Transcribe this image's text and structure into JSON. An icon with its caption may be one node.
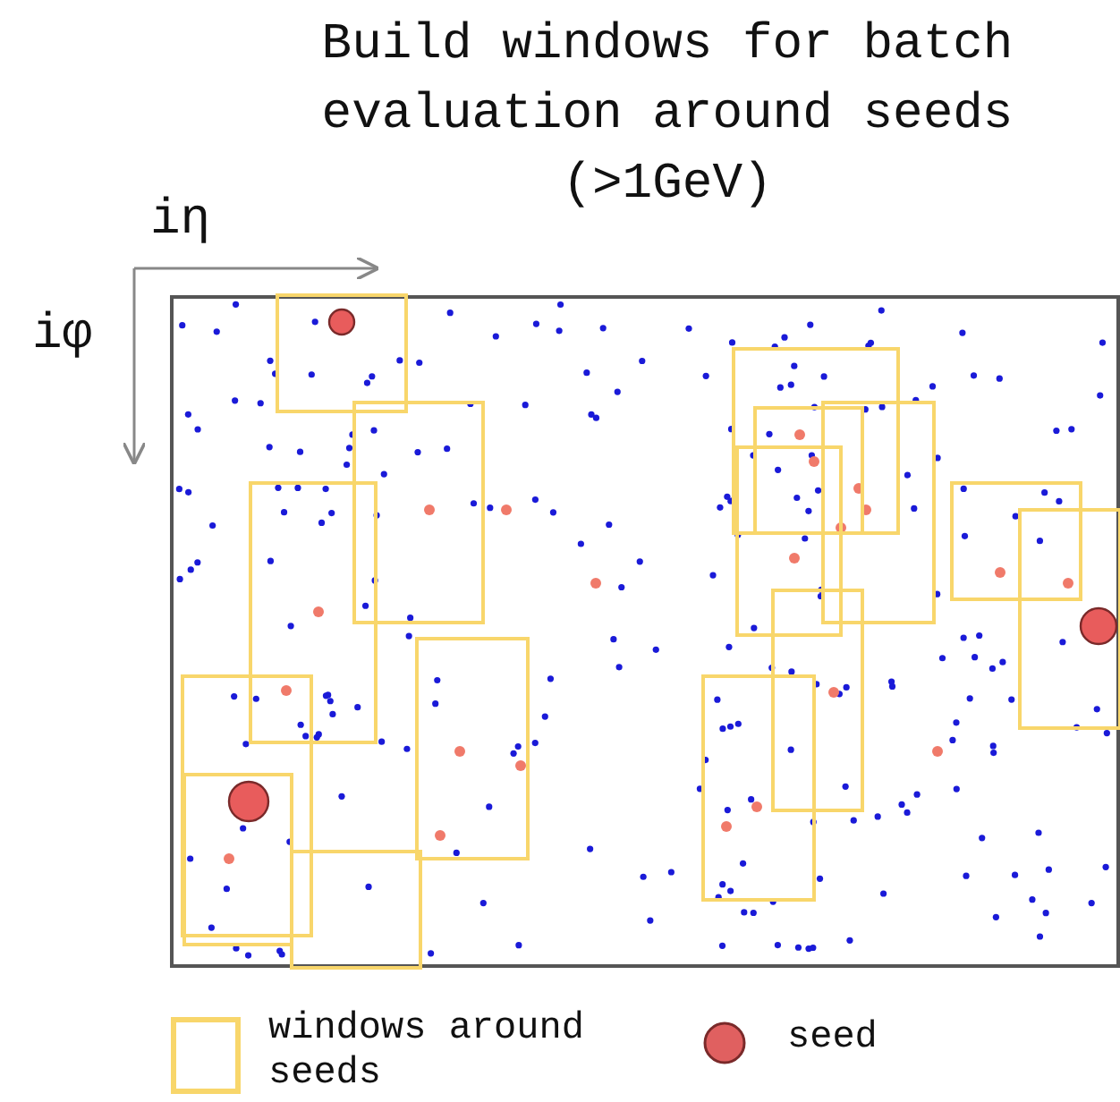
{
  "diagram": {
    "title": "Build windows for batch evaluation around seeds (>1GeV)",
    "labels": [
      "iη",
      "iφ"
    ],
    "legend": [
      {
        "text": "windows around seeds"
      },
      {
        "text": "seed"
      }
    ]
  }
}
